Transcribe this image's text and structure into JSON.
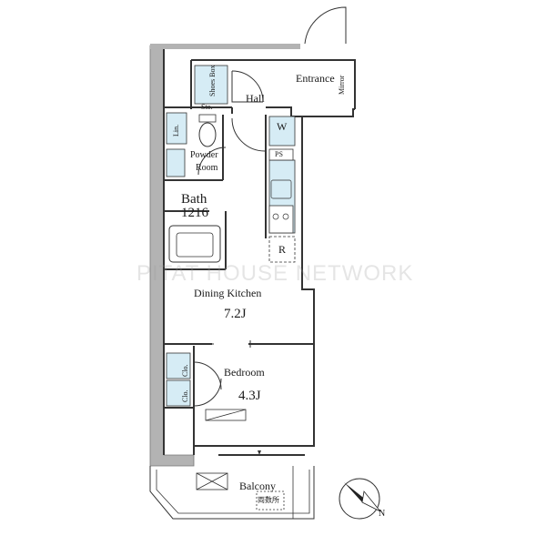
{
  "rooms": {
    "entrance": "Entrance",
    "mirror": "Mirror",
    "hall": "Hall",
    "shoes_box": "Shoes Box",
    "sto": "Sto.",
    "lin": "Lin.",
    "w": "W",
    "ps": "PS",
    "powder_room": [
      "Powder",
      "Room"
    ],
    "bath": [
      "Bath",
      "1216"
    ],
    "r": "R",
    "dining_kitchen": "Dining Kitchen",
    "dining_kitchen_size": "7.2J",
    "bedroom": "Bedroom",
    "bedroom_size": "4.3J",
    "clo_top": "Clo.",
    "clo_bottom": "Clo.",
    "balcony": "Balcony",
    "balcony_sub": "両数所"
  },
  "compass": {
    "label": "N"
  },
  "watermark": "PITAT HOUSE NETWORK",
  "colors": {
    "wall": "#b3b3b3",
    "line": "#333333",
    "fixture": "#d6ecf5"
  }
}
